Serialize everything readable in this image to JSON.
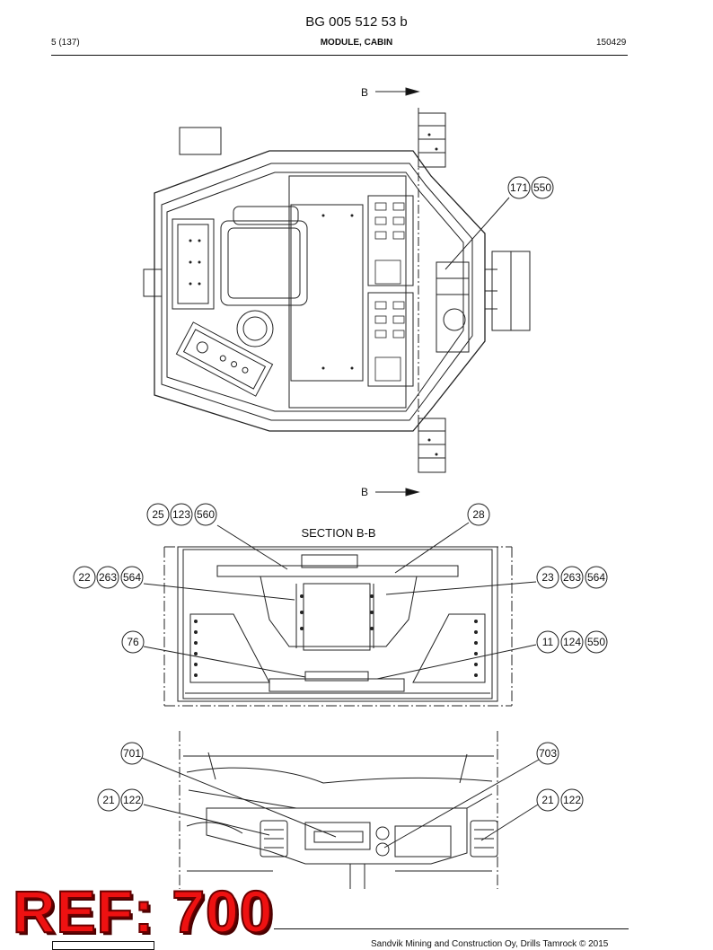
{
  "header": {
    "doc_number": "BG 005 512 53 b",
    "page": "5 (137)",
    "title": "MODULE, CABIN",
    "date_code": "150429"
  },
  "drawing": {
    "section_marker": "B",
    "section_title": "SECTION B-B",
    "callouts_top": [
      "171",
      "550"
    ],
    "callouts_section": {
      "top_left": [
        "25",
        "123",
        "560"
      ],
      "top_right": [
        "28"
      ],
      "mid_left": [
        "22",
        "263",
        "564"
      ],
      "mid_right": [
        "23",
        "263",
        "564"
      ],
      "low_left": [
        "76"
      ],
      "low_right": [
        "11",
        "124",
        "550"
      ]
    },
    "callouts_bottom": {
      "top_left": [
        "701"
      ],
      "top_right": [
        "703"
      ],
      "mid_left": [
        "21",
        "122"
      ],
      "mid_right": [
        "21",
        "122"
      ]
    }
  },
  "stamp": {
    "ref_label": "REF: 700"
  },
  "footer": {
    "copyright": "Sandvik Mining and Construction Oy, Drills Tamrock © 2015"
  }
}
